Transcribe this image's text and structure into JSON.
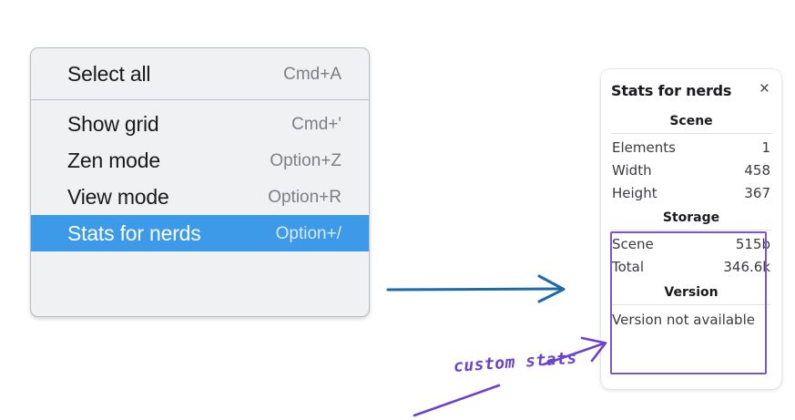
{
  "context_menu": {
    "groups": [
      {
        "items": [
          {
            "label": "Select all",
            "shortcut": "Cmd+A",
            "selected": false
          }
        ]
      },
      {
        "items": [
          {
            "label": "Show grid",
            "shortcut": "Cmd+'",
            "selected": false
          },
          {
            "label": "Zen mode",
            "shortcut": "Option+Z",
            "selected": false
          },
          {
            "label": "View mode",
            "shortcut": "Option+R",
            "selected": false
          },
          {
            "label": "Stats for nerds",
            "shortcut": "Option+/",
            "selected": true
          }
        ]
      }
    ],
    "highlight_color": "#3d9ae8"
  },
  "stats_panel": {
    "title": "Stats for nerds",
    "close_icon": "×",
    "sections": [
      {
        "name": "scene",
        "heading": "Scene",
        "rows": [
          {
            "label": "Elements",
            "value": "1"
          },
          {
            "label": "Width",
            "value": "458"
          },
          {
            "label": "Height",
            "value": "367"
          }
        ]
      },
      {
        "name": "storage",
        "heading": "Storage",
        "rows": [
          {
            "label": "Scene",
            "value": "515b"
          },
          {
            "label": "Total",
            "value": "346.6k"
          }
        ]
      },
      {
        "name": "version",
        "heading": "Version",
        "text": "Version not available"
      }
    ]
  },
  "annotations": {
    "label": "custom stats",
    "label_color": "#6b42cf",
    "arrow_color": "#1d6aa8"
  }
}
